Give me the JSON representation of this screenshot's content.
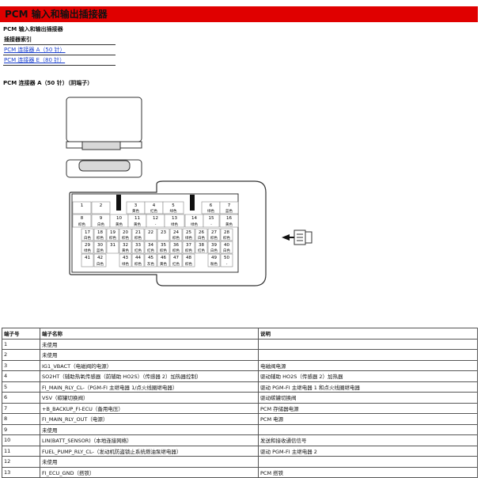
{
  "title": "PCM 输入和输出插接器",
  "subtitle": "PCM 输入和输出插接器",
  "index": {
    "heading": "插接器索引",
    "links": [
      "PCM 连接器 A（50 针）",
      "PCM 连接器 E（80 针）"
    ]
  },
  "connector_title": "PCM 连接器 A（50 针）（阴端子）",
  "pins_grid": [
    {
      "n": "1",
      "c": ""
    },
    {
      "n": "2",
      "c": ""
    },
    {
      "n": "3",
      "c": "黄色"
    },
    {
      "n": "4",
      "c": "红色"
    },
    {
      "n": "5",
      "c": "绿色"
    },
    {
      "n": "6",
      "c": "绿色"
    },
    {
      "n": "7",
      "c": "蓝色"
    },
    {
      "n": "8",
      "c": "棕色"
    },
    {
      "n": "9",
      "c": "白色"
    },
    {
      "n": "10",
      "c": "黄色"
    },
    {
      "n": "11",
      "c": "黄色"
    },
    {
      "n": "12",
      "c": "-"
    },
    {
      "n": "13",
      "c": "绿色"
    },
    {
      "n": "14",
      "c": "绿色"
    },
    {
      "n": "15",
      "c": "-"
    },
    {
      "n": "16",
      "c": "黄色"
    },
    {
      "n": "17",
      "c": "白色"
    },
    {
      "n": "18",
      "c": "棕色"
    },
    {
      "n": "19",
      "c": "棕色"
    },
    {
      "n": "20",
      "c": "棕色"
    },
    {
      "n": "21",
      "c": "棕色"
    },
    {
      "n": "22",
      "c": ""
    },
    {
      "n": "23",
      "c": ""
    },
    {
      "n": "24",
      "c": "棕色"
    },
    {
      "n": "25",
      "c": "绿色"
    },
    {
      "n": "26",
      "c": "白色"
    },
    {
      "n": "27",
      "c": "棕色"
    },
    {
      "n": "28",
      "c": "棕色"
    },
    {
      "n": "29",
      "c": "绿色"
    },
    {
      "n": "30",
      "c": "蓝色"
    },
    {
      "n": "31",
      "c": ""
    },
    {
      "n": "32",
      "c": "黄色"
    },
    {
      "n": "33",
      "c": "红色"
    },
    {
      "n": "34",
      "c": "红色"
    },
    {
      "n": "35",
      "c": "棕色"
    },
    {
      "n": "36",
      "c": "棕色"
    },
    {
      "n": "37",
      "c": "棕色"
    },
    {
      "n": "38",
      "c": "红色"
    },
    {
      "n": "39",
      "c": "白色"
    },
    {
      "n": "40",
      "c": "白色"
    },
    {
      "n": "41",
      "c": ""
    },
    {
      "n": "42",
      "c": "白色"
    },
    {
      "n": "43",
      "c": "绿色"
    },
    {
      "n": "44",
      "c": "棕色"
    },
    {
      "n": "45",
      "c": "灰色"
    },
    {
      "n": "46",
      "c": "黄色"
    },
    {
      "n": "47",
      "c": "红色"
    },
    {
      "n": "48",
      "c": "棕色"
    },
    {
      "n": "49",
      "c": "粉色"
    },
    {
      "n": "50",
      "c": "-"
    }
  ],
  "table": {
    "headers": [
      "端子号",
      "端子名称",
      "说明"
    ],
    "rows": [
      [
        "1",
        "未使用",
        ""
      ],
      [
        "2",
        "未使用",
        ""
      ],
      [
        "3",
        "IG1_VBACT（电磁阀的电源）",
        "电磁阀电源"
      ],
      [
        "4",
        "SO2HT（辅助热氧传感器（前辅助 HO2S）（传感器 2）加热器控制）",
        "驱动辅助 HO2S（传感器 2）加热器"
      ],
      [
        "5",
        "FI_MAIN_RLY_CL-（PGM-FI 主继电器 1/点火线圈继电器）",
        "驱动 PGM-FI 主继电器 1 和点火线圈继电器"
      ],
      [
        "6",
        "VSV（碳罐切换阀）",
        "驱动碳罐切换阀"
      ],
      [
        "7",
        "+B_BACKUP_FI-ECU（备用电压）",
        "PCM 存储器电源"
      ],
      [
        "8",
        "FI_MAIN_RLY_OUT（电源）",
        "PCM 电源"
      ],
      [
        "9",
        "未使用",
        ""
      ],
      [
        "10",
        "LIN(BATT_SENSOR)（本地连接网络）",
        "发送和接收通信信号"
      ],
      [
        "11",
        "FUEL_PUMP_RLY_CL-（发动机防盗锁止系统燃油泵继电器）",
        "驱动 PGM-FI 主继电器 2"
      ],
      [
        "12",
        "未使用",
        ""
      ],
      [
        "13",
        "FI_ECU_GND（搭铁）",
        "PCM 搭铁"
      ]
    ]
  }
}
